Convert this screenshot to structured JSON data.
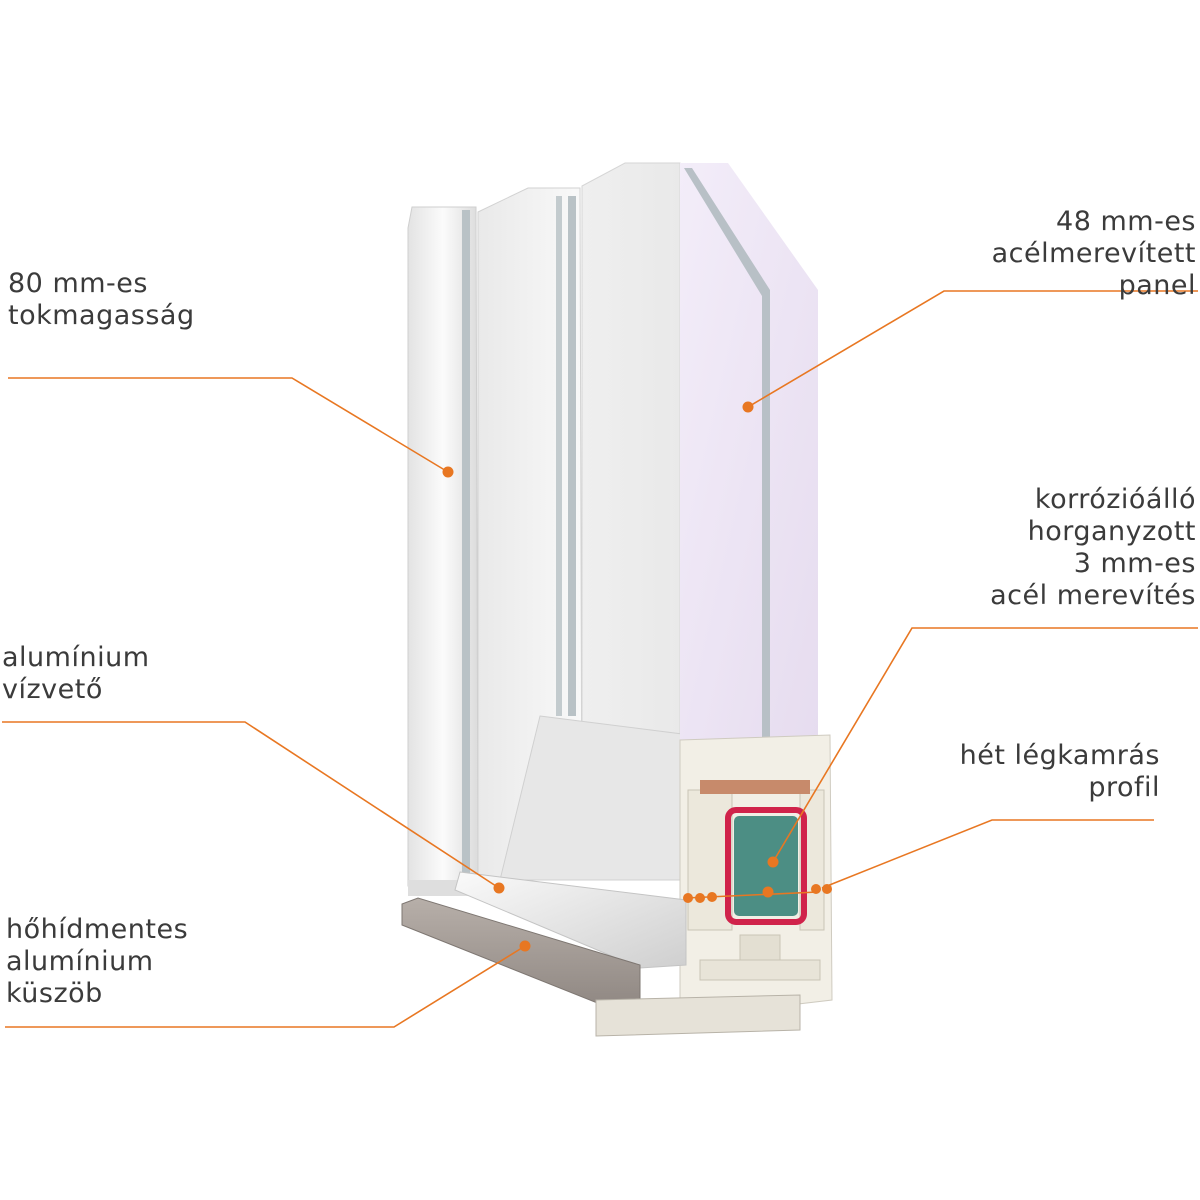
{
  "colors": {
    "accent": "#e87722",
    "text": "#3b3b3b",
    "panel_core": "#efe8f7",
    "frame": "#f4f4f4",
    "threshold": "#9a928d",
    "reinforcement": "#d0234b",
    "chamber": "#2f7c72"
  },
  "labels": {
    "frame_depth": {
      "lines": [
        "80 mm-es",
        "tokmagasság"
      ]
    },
    "panel": {
      "lines": [
        "48 mm-es",
        "acélmerevített",
        "panel"
      ]
    },
    "reinforcement": {
      "lines": [
        "korrózióálló",
        "horganyzott",
        "3 mm-es",
        "acél merevítés"
      ]
    },
    "drip": {
      "lines": [
        "alumínium",
        "vízvető"
      ]
    },
    "profile": {
      "lines": [
        "hét légkamrás",
        "profil"
      ]
    },
    "threshold": {
      "lines": [
        "hőhídmentes",
        "alumínium",
        "küszöb"
      ]
    }
  }
}
